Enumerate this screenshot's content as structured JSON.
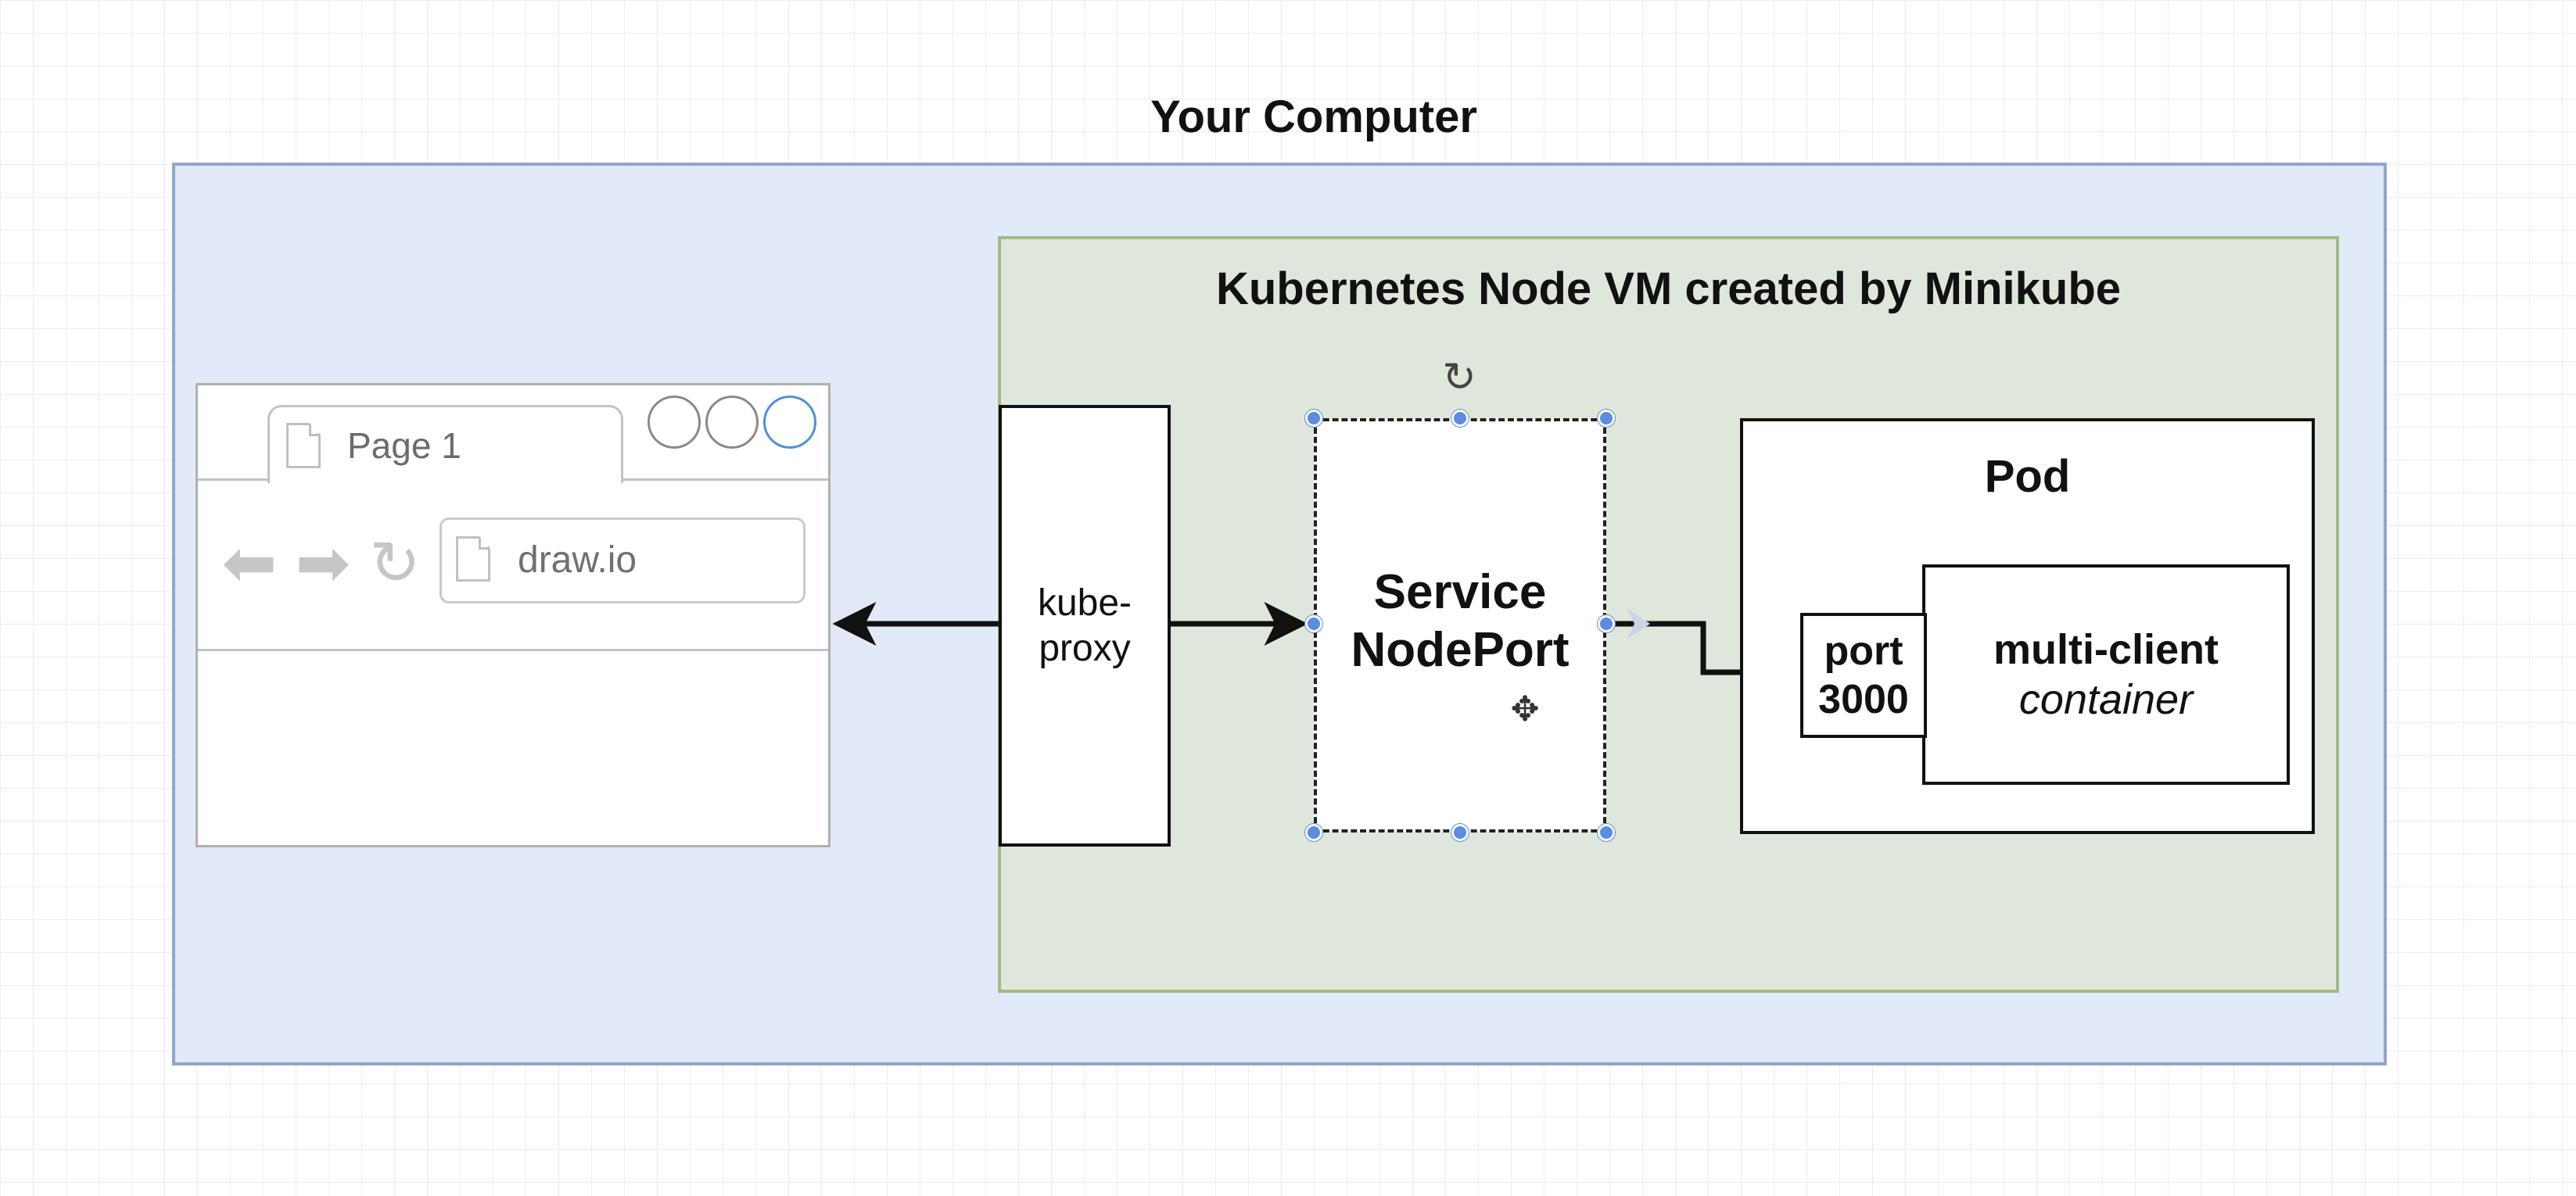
{
  "diagram": {
    "your_computer_label": "Your Computer",
    "node_vm_label": "Kubernetes Node VM created by Minikube",
    "browser": {
      "tab_label": "Page 1",
      "url_text": "draw.io"
    },
    "kube_proxy": {
      "line1": "kube-",
      "line2": "proxy"
    },
    "service": {
      "line1": "Service",
      "line2": "NodePort"
    },
    "pod": {
      "title": "Pod",
      "port_line1": "port",
      "port_line2": "3000",
      "container_name": "multi-client",
      "container_type": "container"
    }
  },
  "icons": {
    "tab": "page-icon",
    "url": "page-icon",
    "nav": [
      "arrow-left-icon",
      "arrow-right-icon",
      "refresh-icon"
    ],
    "window_controls": [
      "circle-icon",
      "circle-icon",
      "circle-icon"
    ],
    "selection": [
      "rotate-icon",
      "move-icon"
    ]
  },
  "colors": {
    "computer_fill": "#e2e9f8",
    "computer_border": "#8fa6cf",
    "node_fill": "#dfe7dc",
    "node_border": "#a2b981",
    "selection_handle": "#5b8be3"
  }
}
